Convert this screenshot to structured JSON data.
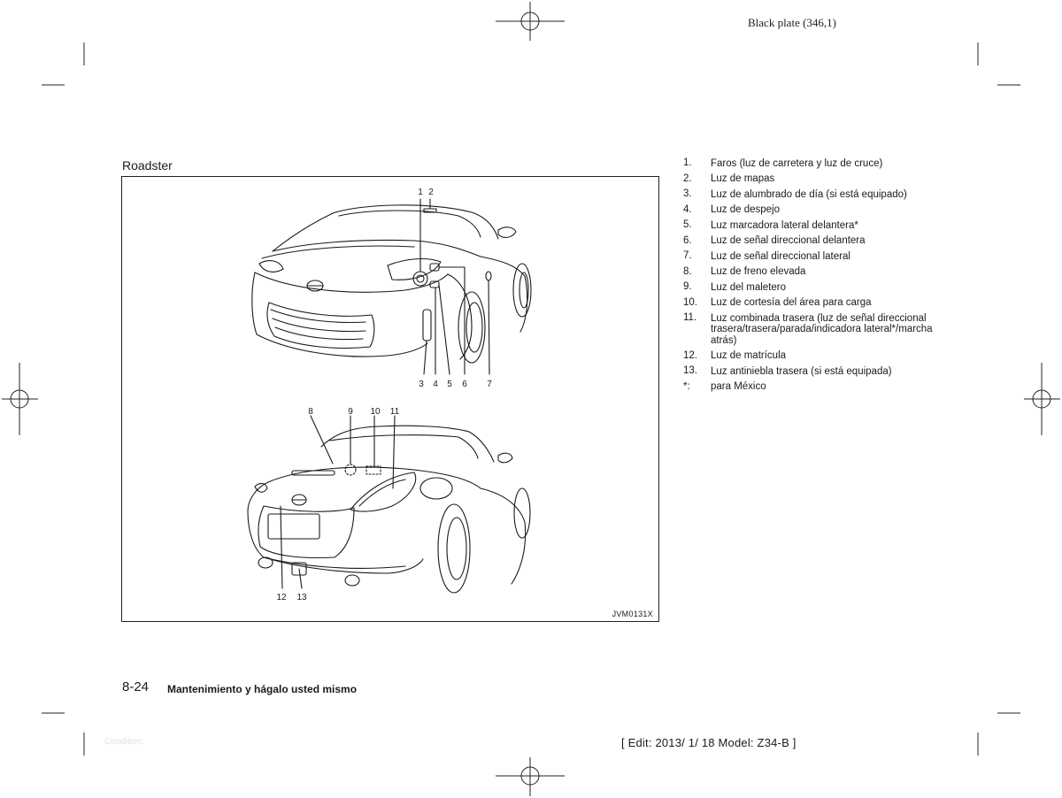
{
  "header": {
    "plate": "Black plate (346,1)"
  },
  "section": {
    "label": "Roadster"
  },
  "figure": {
    "code": "JVM0131X",
    "callouts_front_top": [
      "1",
      "2"
    ],
    "callouts_front_bottom": [
      "3",
      "4",
      "5",
      "6",
      "7"
    ],
    "callouts_rear_top": [
      "8",
      "9",
      "10",
      "11"
    ],
    "callouts_rear_bottom": [
      "12",
      "13"
    ]
  },
  "legend": {
    "items": [
      {
        "num": "1.",
        "text": "Faros (luz de carretera y luz de cruce)"
      },
      {
        "num": "2.",
        "text": "Luz de mapas"
      },
      {
        "num": "3.",
        "text": "Luz de alumbrado de día (si está equipado)"
      },
      {
        "num": "4.",
        "text": "Luz de despejo"
      },
      {
        "num": "5.",
        "text": "Luz marcadora lateral delantera*"
      },
      {
        "num": "6.",
        "text": "Luz de señal direccional delantera"
      },
      {
        "num": "7.",
        "text": "Luz de señal direccional lateral"
      },
      {
        "num": "8.",
        "text": "Luz de freno elevada"
      },
      {
        "num": "9.",
        "text": "Luz del maletero"
      },
      {
        "num": "10.",
        "text": "Luz de cortesía del área para carga"
      },
      {
        "num": "11.",
        "text": "Luz combinada trasera (luz de señal direccional trasera/trasera/parada/indicadora lateral*/marcha atrás)"
      },
      {
        "num": "12.",
        "text": "Luz de matrícula"
      },
      {
        "num": "13.",
        "text": "Luz antiniebla trasera (si está equipada)"
      },
      {
        "num": "*:",
        "text": "para México"
      }
    ]
  },
  "footer": {
    "page_number": "8-24",
    "chapter_title": "Mantenimiento y hágalo usted mismo",
    "condition": "Condition:",
    "edit_info": "[ Edit: 2013/ 1/ 18   Model:  Z34-B ]"
  }
}
